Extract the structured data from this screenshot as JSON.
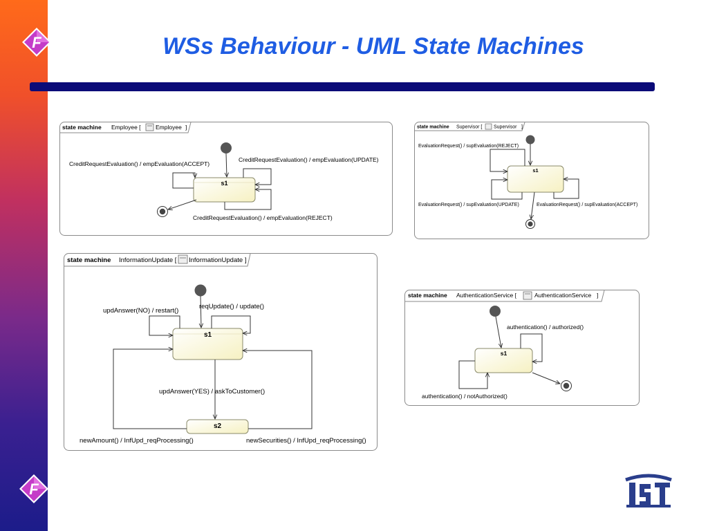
{
  "slide": {
    "title": "WSs Behaviour  - UML State Machines",
    "logo_letter": "F"
  },
  "colors": {
    "title": "#1f5de3",
    "rule": "#0b0b78",
    "state_fill": "#fdfbdc",
    "frame_border": "#8a8a8a",
    "ist_logo": "#2a3e8c"
  },
  "icons": [
    "f-logo-icon",
    "state-machine-icon",
    "ist-logo"
  ],
  "diagrams": {
    "employee": {
      "kw": "state machine",
      "name": "Employee [",
      "ref": "Employee",
      "close": "]",
      "state": "s1",
      "t_accept": "CreditRequestEvaluation() / empEvaluation(ACCEPT)",
      "t_update": "CreditRequestEvaluation() / empEvaluation(UPDATE)",
      "t_reject": "CreditRequestEvaluation() / empEvaluation(REJECT)"
    },
    "supervisor": {
      "kw": "state machine",
      "name": "Supervisor [",
      "ref": "Supervisor",
      "close": "]",
      "state": "s1",
      "t_reject": "EvaluationRequest() / supEvaluation(REJECT)",
      "t_update": "EvaluationRequest() / supEvaluation(UPDATE)",
      "t_accept": "EvaluationRequest() / supEvaluation(ACCEPT)"
    },
    "information_update": {
      "kw": "state machine",
      "name": "InformationUpdate [",
      "ref": "InformationUpdate",
      "close": "]",
      "state1": "s1",
      "state2": "s2",
      "t_no": "updAnswer(NO) / restart()",
      "t_req": "reqUpdate() / update()",
      "t_yes": "updAnswer(YES) / askToCustomer()",
      "t_amount": "newAmount() / InfUpd_reqProcessing()",
      "t_securities": "newSecurities() / InfUpd_reqProcessing()"
    },
    "authentication": {
      "kw": "state machine",
      "name": "AuthenticationService [",
      "ref": "AuthenticationService",
      "close": "]",
      "state": "s1",
      "t_ok": "authentication() / authorized()",
      "t_fail": "authentication() / notAuthorized()"
    }
  }
}
